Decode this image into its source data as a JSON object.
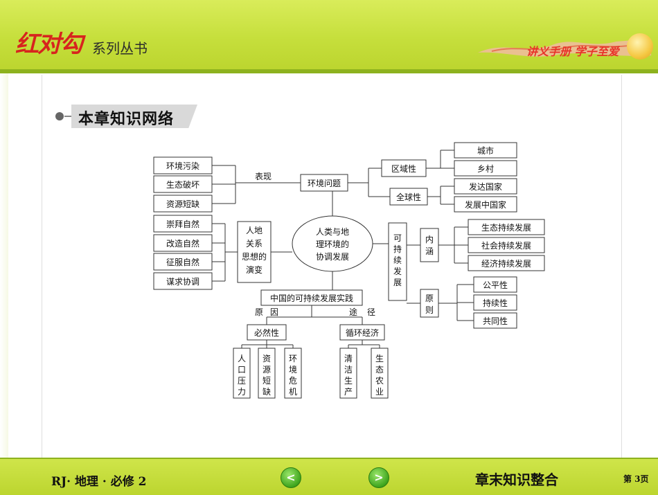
{
  "header": {
    "logo_text": "红对勾",
    "series_text": "系列丛书",
    "slogan": "讲义手册 学子至爱"
  },
  "section_title": "本章知识网络",
  "diagram": {
    "center": [
      "人类与地",
      "理环境的",
      "协调发展"
    ],
    "problems": "环境问题",
    "problems_label": "表现",
    "pollution": [
      "环境污染",
      "生态破坏",
      "资源短缺"
    ],
    "regional": "区域性",
    "regional_items": [
      "城市",
      "乡村"
    ],
    "global": "全球性",
    "global_items": [
      "发达国家",
      "发展中国家"
    ],
    "relations": [
      "人地",
      "关系",
      "思想的",
      "演变"
    ],
    "ideas": [
      "崇拜自然",
      "改造自然",
      "征服自然",
      "谋求协调"
    ],
    "sustainable": [
      "可",
      "持",
      "续",
      "发",
      "展"
    ],
    "connotation": [
      "内",
      "涵"
    ],
    "connotation_items": [
      "生态持续发展",
      "社会持续发展",
      "经济持续发展"
    ],
    "principle": [
      "原",
      "则"
    ],
    "principle_items": [
      "公平性",
      "持续性",
      "共同性"
    ],
    "china": "中国的可持续发展实践",
    "reason_label": [
      "原",
      "因"
    ],
    "way_label": [
      "途",
      "径"
    ],
    "necessity": "必然性",
    "necessity_items": [
      [
        "人",
        "口",
        "压",
        "力"
      ],
      [
        "资",
        "源",
        "短",
        "缺"
      ],
      [
        "环",
        "境",
        "危",
        "机"
      ]
    ],
    "circular": "循环经济",
    "circular_items": [
      [
        "清",
        "洁",
        "生",
        "产"
      ],
      [
        "生",
        "态",
        "农",
        "业"
      ]
    ]
  },
  "footer": {
    "left": "RJ· 地理 · 必修 2",
    "prev": "<",
    "next": ">",
    "right": "章末知识整合",
    "page": "第 3页"
  }
}
